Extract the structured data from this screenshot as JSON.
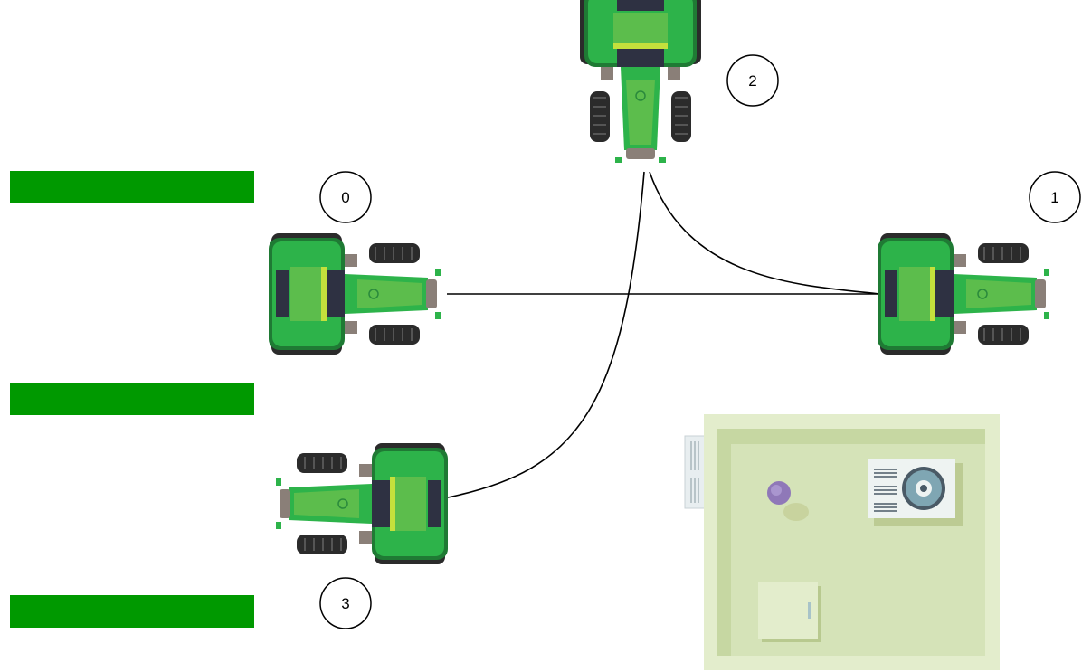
{
  "nodes": [
    {
      "id": "0",
      "label": "0"
    },
    {
      "id": "1",
      "label": "1"
    },
    {
      "id": "2",
      "label": "2"
    },
    {
      "id": "3",
      "label": "3"
    }
  ],
  "edges": [
    {
      "from": "0",
      "to": "1"
    },
    {
      "from": "2",
      "to": "1"
    },
    {
      "from": "2",
      "to": "3"
    }
  ],
  "colors": {
    "field_strip": "#009900",
    "tractor_body": "#2db34a",
    "tractor_hood": "#5cbd4c",
    "tractor_dark": "#1f7a34",
    "tire": "#2b2b2b",
    "cabin_glass": "#2e3142",
    "building_outer": "#e3edcc",
    "building_inner": "#d5e3b8",
    "building_shade": "#c6d7a2",
    "edge_line": "#000000"
  },
  "icons": {
    "vehicle": "tractor-icon",
    "building": "farm-building-icon",
    "ac_unit": "air-conditioner-icon"
  }
}
